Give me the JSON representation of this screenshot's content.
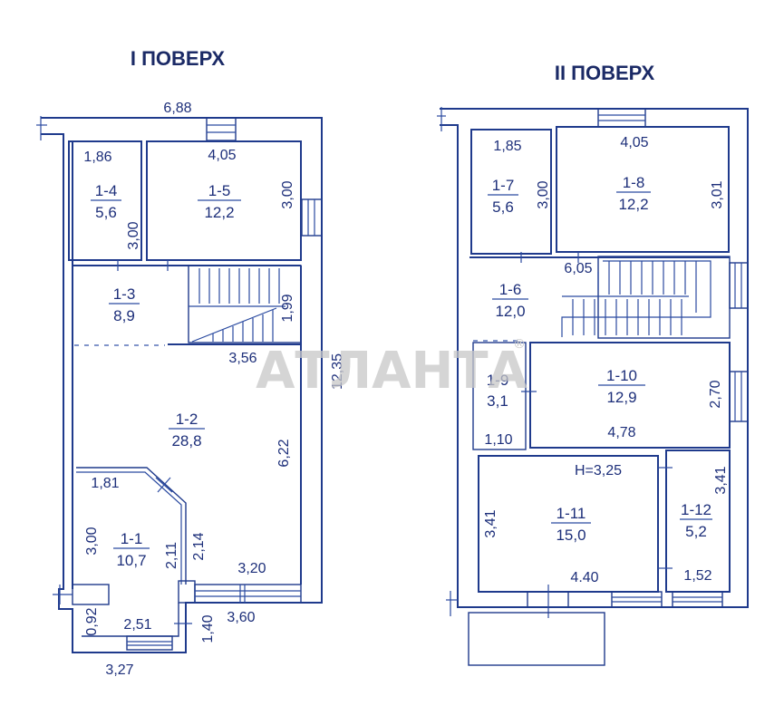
{
  "floors": [
    {
      "title": "І ПОВЕРХ",
      "rooms": [
        {
          "id": "1-1",
          "area": "10,7"
        },
        {
          "id": "1-2",
          "area": "28,8"
        },
        {
          "id": "1-3",
          "area": "8,9"
        },
        {
          "id": "1-4",
          "area": "5,6"
        },
        {
          "id": "1-5",
          "area": "12,2"
        }
      ],
      "dimensions": {
        "overall_width": "6,88",
        "r14_width": "1,86",
        "r14_height": "3,00",
        "r15_width": "4,05",
        "r15_height": "3,00",
        "stair_height": "1,99",
        "stair_width": "3,56",
        "overall_length": "12,35",
        "r12_height": "6,22",
        "r11_top": "1,81",
        "r11_left": "3,00",
        "r11_inner_a": "2,11",
        "r11_inner_b": "2,14",
        "bottom_right": "3,20",
        "bottom_outer": "3,60",
        "vestibule_w": "2,51",
        "vestibule_h": "0,92",
        "porch_h": "1,40",
        "bottom_left_outer": "3,27"
      }
    },
    {
      "title": "ІІ ПОВЕРХ",
      "rooms": [
        {
          "id": "1-6",
          "area": "12,0"
        },
        {
          "id": "1-7",
          "area": "5,6"
        },
        {
          "id": "1-8",
          "area": "12,2"
        },
        {
          "id": "1-9",
          "area": "3,1"
        },
        {
          "id": "1-10",
          "area": "12,9"
        },
        {
          "id": "1-11",
          "area": "15,0"
        },
        {
          "id": "1-12",
          "area": "5,2"
        }
      ],
      "dimensions": {
        "r17_width": "1,85",
        "r17_height": "3,00",
        "r18_width": "4,05",
        "r18_height": "3,01",
        "r16_width": "6,05",
        "r19_width": "1,10",
        "r110_width": "4,78",
        "r110_height": "2,70",
        "ceiling_height": "H=3,25",
        "r111_height": "3,41",
        "r111_width": "4.40",
        "r112_height": "3,41",
        "r112_width": "1,52"
      }
    }
  ],
  "watermark": "АТЛАНТА",
  "watermark_mark": "®",
  "colors": {
    "line": "#1f3a8c",
    "text": "#1d2f7a",
    "watermark": "#c8c8c8"
  }
}
